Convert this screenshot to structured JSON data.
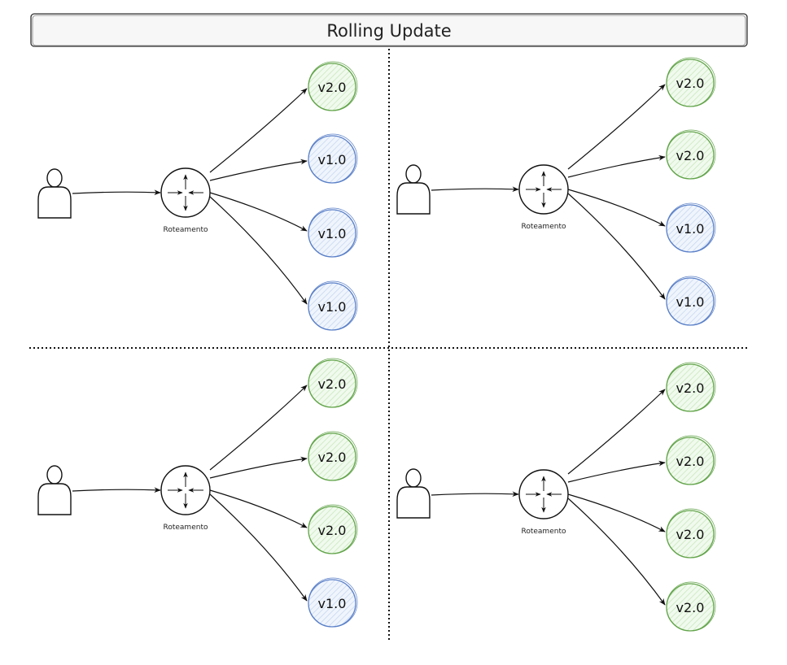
{
  "title": "Rolling Update",
  "router_label": "Roteamento",
  "colors": {
    "v2": {
      "stroke": "#62a44a",
      "fill": "#d8f0cf"
    },
    "v1": {
      "stroke": "#5b80c8",
      "fill": "#d5e3f7"
    },
    "line": "#111111"
  },
  "quadrants": [
    {
      "name": "top-left",
      "versions": [
        "v2.0",
        "v1.0",
        "v1.0",
        "v1.0"
      ]
    },
    {
      "name": "top-right",
      "versions": [
        "v2.0",
        "v2.0",
        "v1.0",
        "v1.0"
      ]
    },
    {
      "name": "bottom-left",
      "versions": [
        "v2.0",
        "v2.0",
        "v2.0",
        "v1.0"
      ]
    },
    {
      "name": "bottom-right",
      "versions": [
        "v2.0",
        "v2.0",
        "v2.0",
        "v2.0"
      ]
    }
  ],
  "icons": {
    "user": "person-icon",
    "router": "router-icon"
  }
}
